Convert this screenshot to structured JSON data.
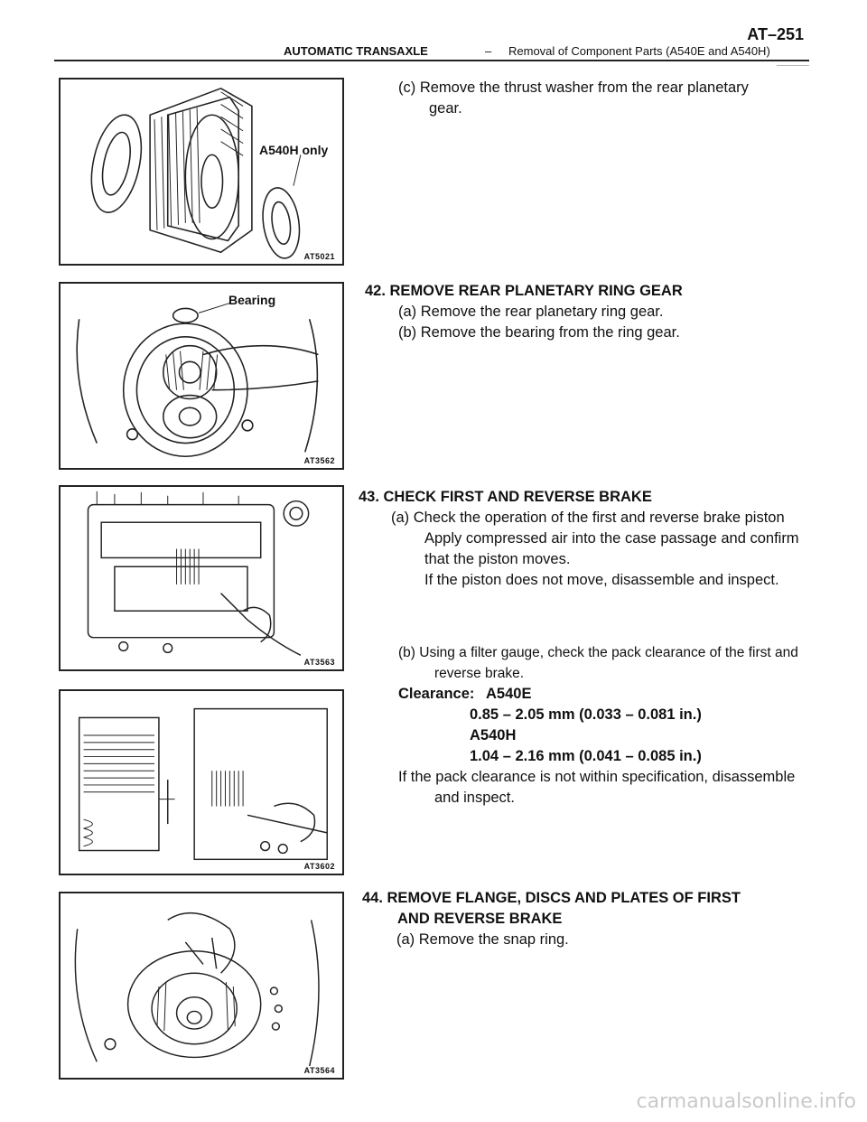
{
  "header": {
    "section": "AUTOMATIC TRANSAXLE",
    "separator": "–",
    "subtitle": "Removal of Component Parts (A540E and A540H)",
    "page": "AT–251"
  },
  "figures": {
    "fig1": {
      "code": "AT5021",
      "label": "A540H only"
    },
    "fig2": {
      "code": "AT3562",
      "label": "Bearing"
    },
    "fig3": {
      "code": "AT3563"
    },
    "fig4": {
      "code": "AT3602"
    },
    "fig5": {
      "code": "AT3564"
    }
  },
  "text": {
    "s41c_1": "(c) Remove the thrust washer from the rear planetary",
    "s41c_2": "gear.",
    "s42_head": "42. REMOVE REAR PLANETARY RING GEAR",
    "s42a": "(a) Remove the rear planetary ring gear.",
    "s42b": "(b) Remove the bearing from the ring gear.",
    "s43_head": "43. CHECK FIRST AND REVERSE BRAKE",
    "s43a": "(a) Check the operation of the first and reverse brake piston",
    "s43a_2": "Apply compressed air into the case passage and confirm",
    "s43a_3": "that the piston moves.",
    "s43a_4": "If the piston does not move, disassemble and inspect.",
    "s43b_1": "(b) Using a filter gauge, check the pack clearance of the first and",
    "s43b_2": "reverse brake.",
    "clearance_label": "Clearance:",
    "model1": "A540E",
    "value1": "0.85 – 2.05 mm (0.033 – 0.081 in.)",
    "model2": "A540H",
    "value2": "1.04 – 2.16 mm (0.041 – 0.085 in.)",
    "s43b_note_1": "If the pack clearance is not within specification, disassemble",
    "s43b_note_2": "and inspect.",
    "s44_head_1": "44. REMOVE FLANGE, DISCS AND PLATES OF FIRST",
    "s44_head_2": "AND REVERSE BRAKE",
    "s44a": "(a) Remove the snap ring."
  },
  "footer": {
    "watermark": "carmanualsonline.info"
  }
}
